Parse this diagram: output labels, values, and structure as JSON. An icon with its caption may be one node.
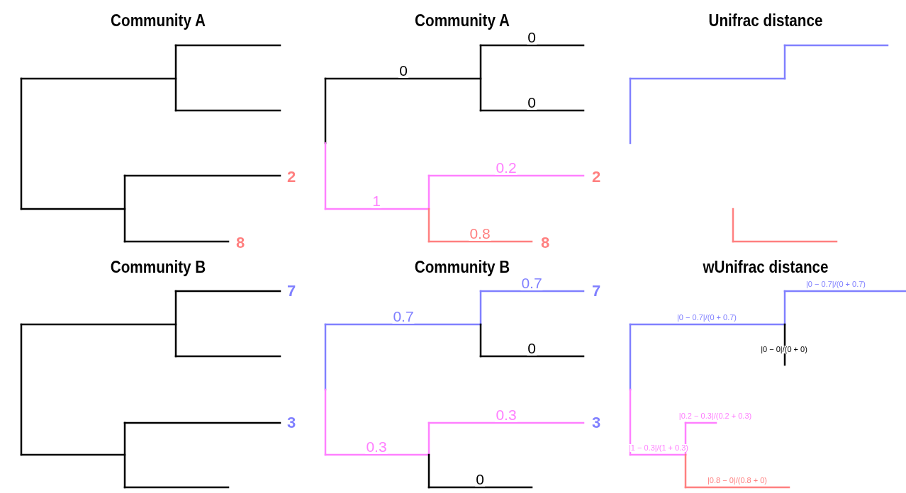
{
  "diagram": {
    "labels": [
      "Community A",
      "2",
      "8",
      "Community A",
      "0",
      "0",
      "0",
      "0.2",
      "2",
      "1",
      "0.8",
      "8",
      "Unifrac distance",
      "Community B",
      "7",
      "3",
      "Community B",
      "0.7",
      "7",
      "0.7",
      "0",
      "0.3",
      "3",
      "0.3",
      "0",
      "wUnifrac distance",
      "|0 − 0.7|/(0 + 0.7)",
      "|0 − 0.7|/(0 + 0.7)",
      "|0 − 0|/(0 + 0)",
      "|0.2 − 0.3|/(0.2 + 0.3)",
      "|1 − 0.3|/(1 + 0.3)",
      "|0.8 − 0|/(0.8 + 0)"
    ]
  }
}
